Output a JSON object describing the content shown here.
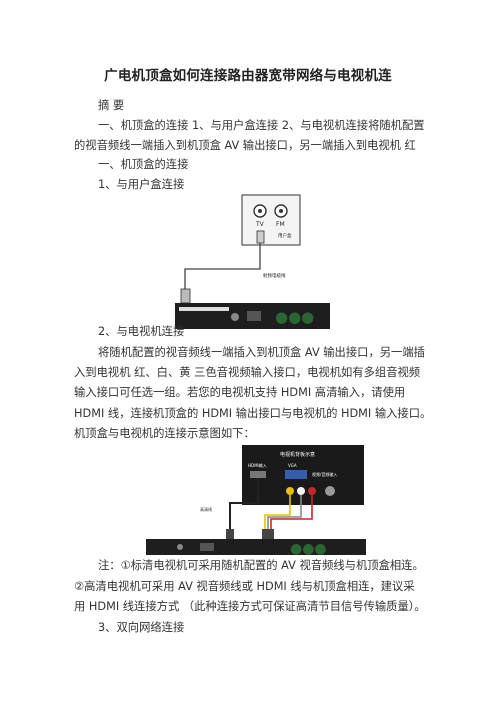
{
  "doc": {
    "title": "广电机顶盒如何连接路由器宽带网络与电视机连",
    "abstract_heading": "摘 要",
    "abstract_line1": "一、机顶盒的连接 1、与用户盒连接 2、与电视机连接将随机配置",
    "abstract_line2": "的视音频线一端插入到机顶盒 AV 输出接口，另一端插入到电视机 红",
    "section1": "一、机顶盒的连接",
    "sub1": "1、与用户盒连接",
    "sub2": "2、与电视机连接",
    "para_line1": "将随机配置的视音频线一端插入到机顶盒 AV 输出接口，另一端插",
    "para_line2": "入到电视机 红、白、黄 三色音视频输入接口，电视机如有多组音视频",
    "para_line3": "输入接口可任选一组。若您的电视机支持  HDMI  高清输入，请使用",
    "para_line4": "HDMI 线，连接机顶盒的 HDMI 输出接口与电视机的 HDMI 输入接口。",
    "para_line5": "机顶盒与电视机的连接示意图如下：",
    "note_line1": "注：①标清电视机可采用随机配置的 AV 视音频线与机顶盒相连。",
    "note_line2": "②高清电视机可采用  AV  视音频线或  HDMI 线与机顶盒相连，建议采",
    "note_line3": "用 HDMI 线连接方式  （此种连接方式可保证高清节目信号传输质量）。",
    "sub3": "3、双向网络连接"
  },
  "figure1": {
    "label_tv": "TV",
    "label_fm": "FM",
    "label_box": "用户盒",
    "label_cable": "射频电缆线"
  },
  "figure2": {
    "label_panel": "电视机背板示意",
    "label_hdmi": "HDMI输入",
    "label_vga": "VGA",
    "label_av": "视频/音频输入",
    "label_hd": "高清线"
  },
  "colors": {
    "text": "#333333",
    "title": "#222222",
    "panel": "#1a1a1a",
    "watermark": "#2f7d3a"
  }
}
